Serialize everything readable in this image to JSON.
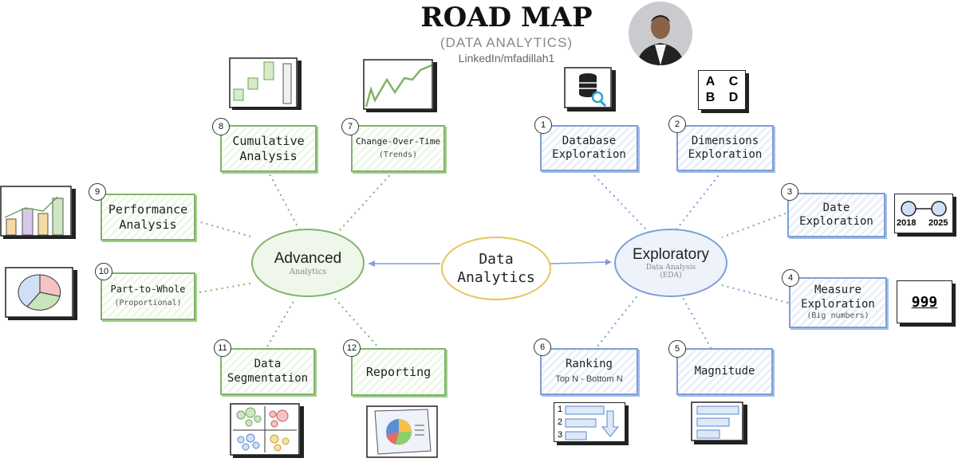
{
  "header": {
    "title": "ROAD MAP",
    "subtitle": "(DATA ANALYTICS)",
    "linkedin": "LinkedIn/mfadillah1"
  },
  "hubs": {
    "center": {
      "title": "Data Analytics",
      "line1": "Data",
      "line2": "Analytics"
    },
    "advanced": {
      "title": "Advanced",
      "sub": "Analytics"
    },
    "exploratory": {
      "title": "Exploratory",
      "sub1": "Data Analysis",
      "sub2": "(EDA)"
    }
  },
  "steps": [
    {
      "num": "1",
      "l1": "Database",
      "l2": "Exploration"
    },
    {
      "num": "2",
      "l1": "Dimensions",
      "l2": "Exploration"
    },
    {
      "num": "3",
      "l1": "Date",
      "l2": "Exploration"
    },
    {
      "num": "4",
      "l1": "Measure",
      "l2": "Exploration",
      "sub": "(Big numbers)"
    },
    {
      "num": "5",
      "l1": "Magnitude"
    },
    {
      "num": "6",
      "l1": "Ranking",
      "sub": "Top N - Bottom N"
    },
    {
      "num": "7",
      "l1": "Change-Over-Time",
      "sub": "(Trends)"
    },
    {
      "num": "8",
      "l1": "Cumulative",
      "l2": "Analysis"
    },
    {
      "num": "9",
      "l1": "Performance",
      "l2": "Analysis"
    },
    {
      "num": "10",
      "l1": "Part-to-Whole",
      "sub": "(Proportional)"
    },
    {
      "num": "11",
      "l1": "Data",
      "l2": "Segmentation"
    },
    {
      "num": "12",
      "l1": "Reporting"
    }
  ],
  "icons": {
    "abcd": [
      "A",
      "C",
      "B",
      "D"
    ],
    "years": [
      "2018",
      "2025"
    ],
    "big_number": "999",
    "ranking": [
      "1",
      "2",
      "3"
    ]
  },
  "colors": {
    "advanced": "#7fb36b",
    "exploratory": "#7d9ed6",
    "center": "#e8c35a"
  }
}
